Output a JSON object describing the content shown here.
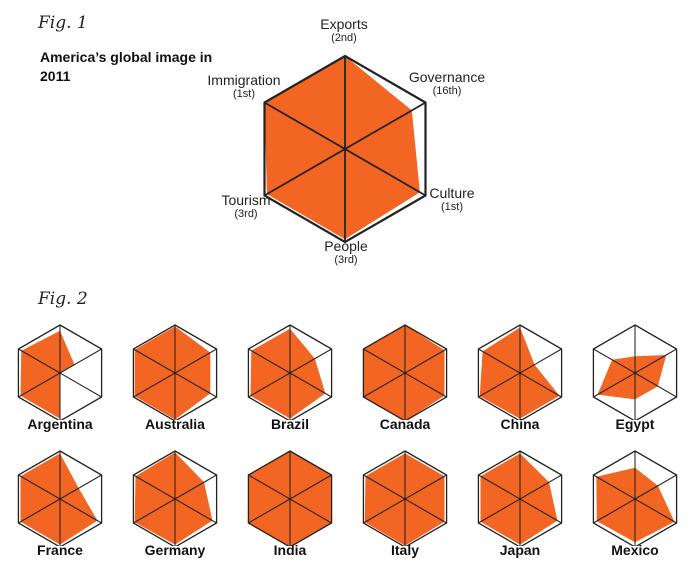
{
  "fig1": {
    "label": "Fig. 1",
    "subtitle": "America’s global image in 2011"
  },
  "fig2": {
    "label": "Fig. 2"
  },
  "colors": {
    "fill": "#f26522",
    "outline": "#222222",
    "spokes": "#222222"
  },
  "chart_data": [
    {
      "type": "radar",
      "title": "America’s global image in 2011",
      "axes": [
        {
          "name": "Exports",
          "rank": "(2nd)"
        },
        {
          "name": "Governance",
          "rank": "(16th)"
        },
        {
          "name": "Culture",
          "rank": "(1st)"
        },
        {
          "name": "People",
          "rank": "(3rd)"
        },
        {
          "name": "Tourism",
          "rank": "(3rd)"
        },
        {
          "name": "Immigration",
          "rank": "(1st)"
        }
      ],
      "values": [
        1.0,
        0.83,
        0.93,
        0.97,
        0.97,
        1.0
      ],
      "range": [
        0,
        1
      ]
    },
    {
      "type": "radar",
      "axes": [
        "Exports",
        "Governance",
        "Culture",
        "People",
        "Tourism",
        "Immigration"
      ],
      "range": [
        0,
        1
      ],
      "series": [
        {
          "name": "Argentina",
          "values": [
            0.88,
            0.35,
            0.0,
            0.95,
            0.95,
            0.93
          ]
        },
        {
          "name": "Australia",
          "values": [
            0.97,
            0.85,
            0.85,
            0.97,
            0.97,
            0.97
          ]
        },
        {
          "name": "Brazil",
          "values": [
            0.92,
            0.6,
            0.85,
            0.95,
            0.95,
            0.93
          ]
        },
        {
          "name": "Canada",
          "values": [
            1.0,
            0.95,
            0.95,
            1.0,
            1.0,
            1.0
          ]
        },
        {
          "name": "China",
          "values": [
            0.95,
            0.35,
            0.95,
            0.95,
            0.97,
            0.9
          ]
        },
        {
          "name": "Egypt",
          "values": [
            0.35,
            0.75,
            0.55,
            0.55,
            0.9,
            0.55
          ]
        },
        {
          "name": "France",
          "values": [
            0.95,
            0.45,
            0.9,
            0.95,
            0.95,
            0.95
          ]
        },
        {
          "name": "Germany",
          "values": [
            0.97,
            0.7,
            0.9,
            0.95,
            0.97,
            0.95
          ]
        },
        {
          "name": "India",
          "values": [
            1.0,
            1.0,
            1.0,
            1.0,
            1.0,
            1.0
          ]
        },
        {
          "name": "Italy",
          "values": [
            0.95,
            0.95,
            0.95,
            0.97,
            0.97,
            0.95
          ]
        },
        {
          "name": "Japan",
          "values": [
            0.95,
            0.7,
            0.9,
            0.95,
            0.95,
            0.95
          ]
        },
        {
          "name": "Mexico",
          "values": [
            0.65,
            0.55,
            0.95,
            0.9,
            0.92,
            0.93
          ]
        }
      ]
    }
  ]
}
